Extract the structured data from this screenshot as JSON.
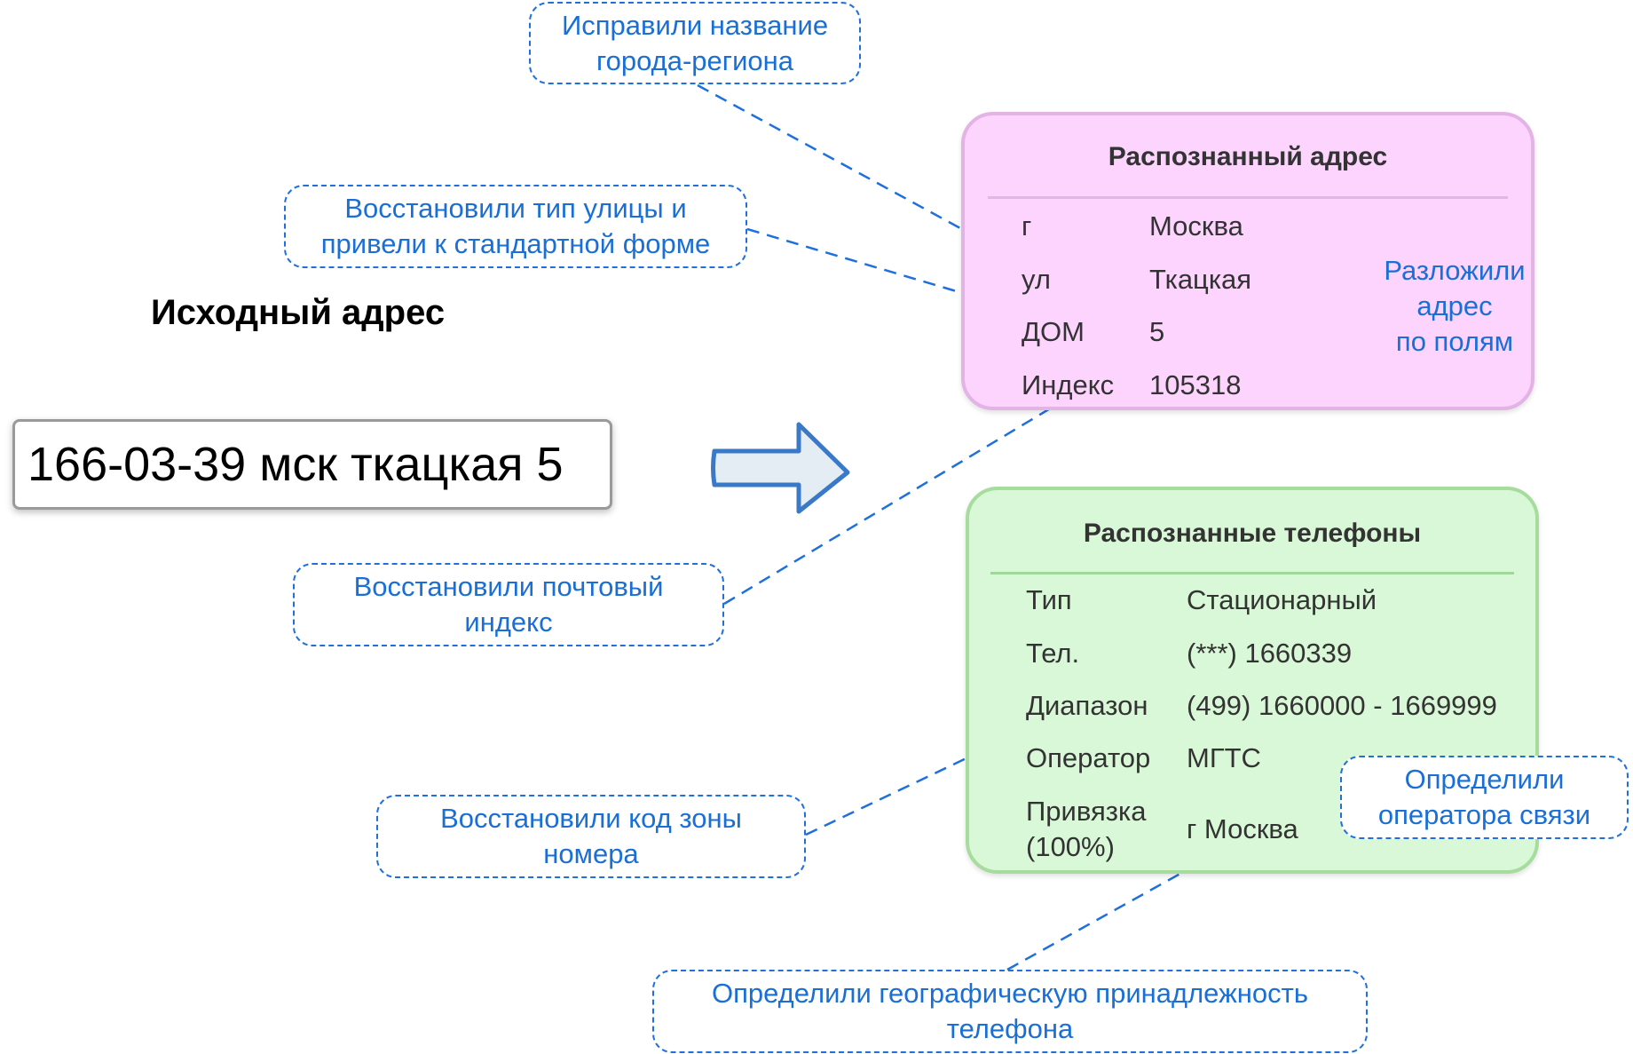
{
  "source": {
    "title": "Исходный адрес",
    "input_value": "166-03-39 мск ткацкая 5"
  },
  "address_card": {
    "title": "Распознанный адрес",
    "rows": [
      {
        "label": "г",
        "value": "Москва"
      },
      {
        "label": "ул",
        "value": "Ткацкая"
      },
      {
        "label": "ДОМ",
        "value": "5"
      },
      {
        "label": "Индекс",
        "value": "105318"
      }
    ],
    "side_note": "Разложили\nадрес\nпо полям"
  },
  "phone_card": {
    "title": "Распознанные телефоны",
    "rows": [
      {
        "label": "Тип",
        "value": "Стационарный"
      },
      {
        "label": "Тел.",
        "value": "(***) 1660339"
      },
      {
        "label": "Диапазон",
        "value": "(499) 1660000 - 1669999"
      },
      {
        "label": "Оператор",
        "value": "МГТС"
      },
      {
        "label": "Привязка\n(100%)",
        "value": "г Москва"
      }
    ]
  },
  "notes": {
    "city": "Исправили название\nгорода-региона",
    "street": "Восстановили тип улицы и\nпривели к стандартной форме",
    "postal": "Восстановили почтовый\nиндекс",
    "area_code": "Восстановили код зоны\nномера",
    "operator": "Определили\nоператора связи",
    "geo": "Определили географическую принадлежность\nтелефона"
  },
  "colors": {
    "note_blue": "#1a6fd6",
    "address_card_bg": "#fdd4fd",
    "phone_card_bg": "#d9f8d7"
  }
}
